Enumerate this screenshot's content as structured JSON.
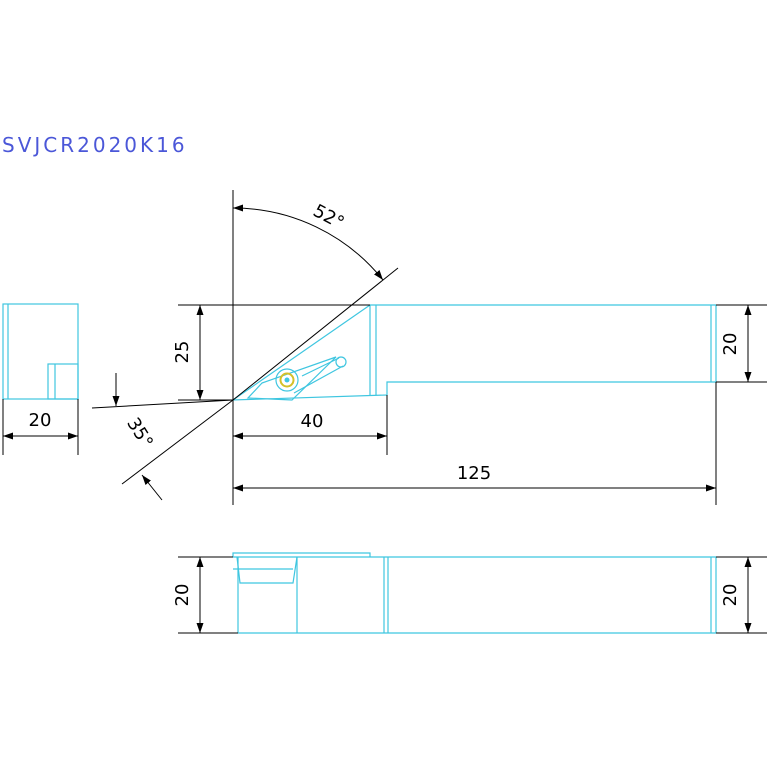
{
  "title": "SVJCR2020K16",
  "colors": {
    "title": "#4b57d8",
    "part_outline": "#3fc6e0",
    "dimension": "#000000",
    "insert_ring": "#d4c028"
  },
  "dimensions": {
    "width_side_view": "20",
    "head_height": "25",
    "shank_height_right": "20",
    "head_length": "40",
    "overall_length": "125",
    "approach_angle": "52°",
    "insert_angle": "35°",
    "height_bottom_left": "20",
    "height_bottom_right": "20"
  }
}
